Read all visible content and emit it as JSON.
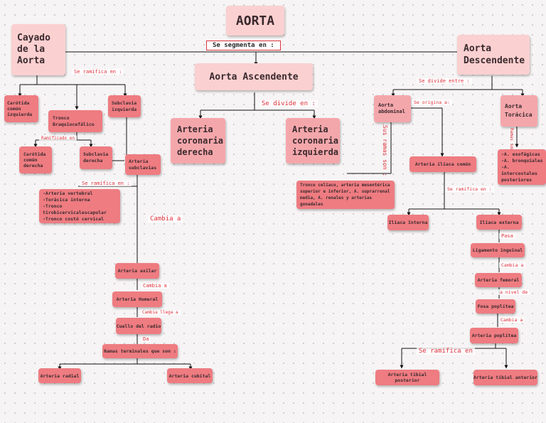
{
  "title": "AORTA",
  "cayado": "Cayado\nde la\nAorta",
  "descendente": "Aorta\nDescendente",
  "ascendente": "Aorta Ascendente",
  "labels": {
    "se_segmenta": "Se segmenta en :",
    "se_ramifica_cayado": "Se ramifica en :",
    "se_divide_asc": "Se divide en :",
    "se_divide_desc": "Se divide entre :",
    "ramificado_en": "Ramificado en",
    "se_ramifica_subclavias": "Se ramifica en :",
    "cambia_a_1": "Cambia a",
    "cambia_a_2": "Cambia a",
    "cambia_llega_a": "Cambia llega a",
    "da": "Da",
    "se_origina": "Se origina a:",
    "sus_ramas_son": "Sus ramas son :",
    "ramas_son": "Ramas son :",
    "se_ramifica_iliaca": "Se ramifica en :",
    "pasa": "Pasa",
    "cambia_a_3": "Cambia a",
    "a_nivel_de": "a nivel de",
    "cambia_a_4": "Cambia a",
    "se_ramifica_final": "Se ramifica en"
  },
  "nodes": {
    "carotida_izq": "Carótida\ncomún\nizquierda",
    "tronco": "Tronco\nBraquiocefálico",
    "subclavia_izq": "Subclavia\nizquierda",
    "carotida_der": "Carótida\ncomún\nderecha",
    "subclavia_der": "Subclavia\nderecha",
    "arteria_subclavias": "Arteria\nsubclavias",
    "ramas_subclavias": "-Arteria vertebral\n-Torácica interna\n-Tronco tirobicervicalescapular\n-Tronco costó cervical",
    "axilar": "Arteria axilar",
    "humeral": "Arteria Humeral",
    "cuello_radio": "Cuello del radio",
    "ramas_terminales": "Ramas terminales que son :",
    "radial": "Arteria radial",
    "cubital": "Arteria cubital",
    "coronaria_der": "Arteria\ncoronaria\nderecha",
    "coronaria_izq": "Arteria\ncoronaria\nizquierda",
    "abdominal": "Aorta\nabdominal",
    "toracica": "Aorta\nTorácica",
    "toracica_ramas": "-A. esofágicas\n-A. bronquiales\n-A. intercostales\nposteriores",
    "ramas_abdominal": "Tronco celíaco, arteria mesentérica\nsuperior e inferior, A. suprarrenal\nmedia, A. renales y arterias gonadales",
    "iliaca_comun": "Arteria ilíaca común",
    "iliaca_interna": "Ilíaca Interna",
    "iliaca_externa": "Ilíaca externa",
    "ligamento": "Ligamento inguinal",
    "femoral": "Arteria femoral",
    "fosa": "Fosa poplítea",
    "poplitea": "Arteria poplítea",
    "tibial_post": "Arteria tibial posterior",
    "tibial_ant": "Arteria tibial anterior"
  }
}
